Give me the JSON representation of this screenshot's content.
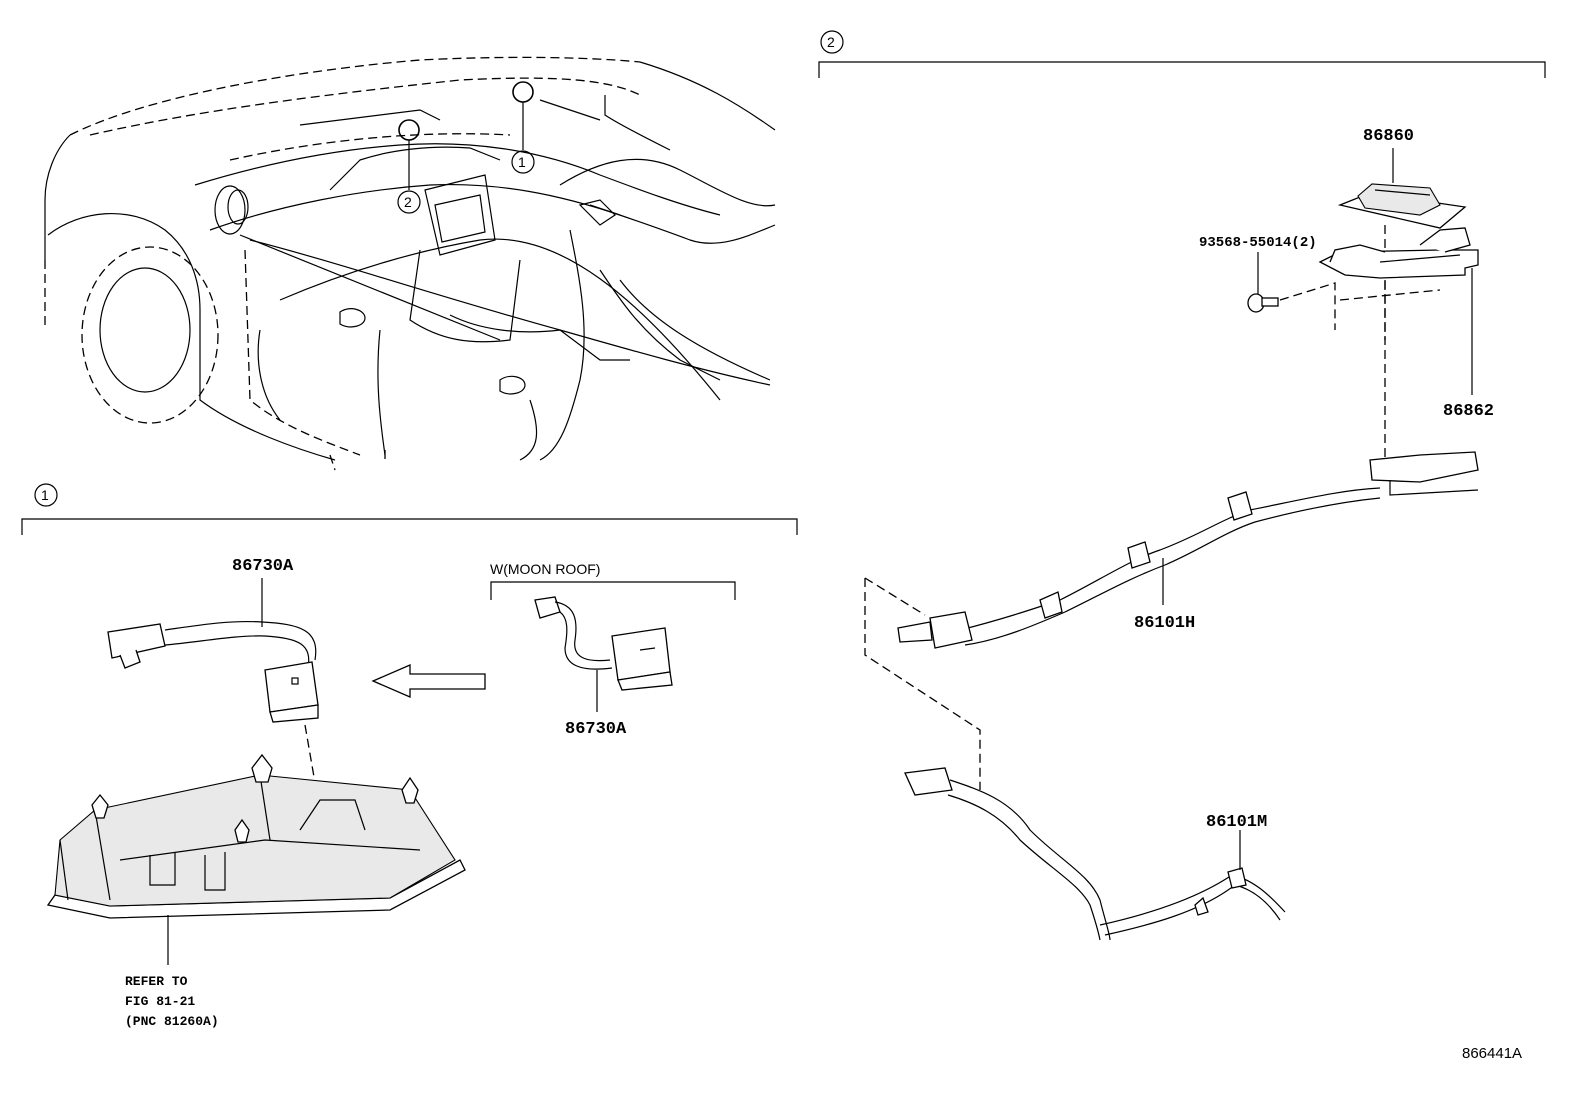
{
  "section_markers": {
    "one": "1",
    "two": "2"
  },
  "car_callouts": {
    "one": "1",
    "two": "2"
  },
  "group1": {
    "harness_label": "86730A",
    "moonroof_title": "W(MOON ROOF)",
    "moonroof_harness_label": "86730A",
    "refer_line1": "REFER TO",
    "refer_line2": "FIG 81-21",
    "refer_line3": "(PNC 81260A)"
  },
  "group2": {
    "part_86860": "86860",
    "screw": "93568-55014(2)",
    "part_86862": "86862",
    "part_86101H": "86101H",
    "part_86101M": "86101M"
  },
  "diagram_id": "866441A"
}
